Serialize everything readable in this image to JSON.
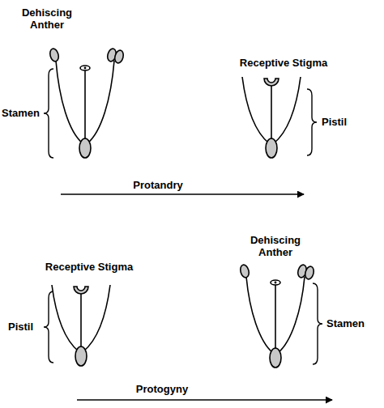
{
  "diagram": {
    "labels": [
      "Dehiscing Anther",
      "Receptive Stigma",
      "Stamen",
      "Pistil",
      "Protandry",
      "Dehiscing Anther",
      "Receptive Stigma",
      "Pistil",
      "Stamen",
      "Protogyny"
    ]
  }
}
